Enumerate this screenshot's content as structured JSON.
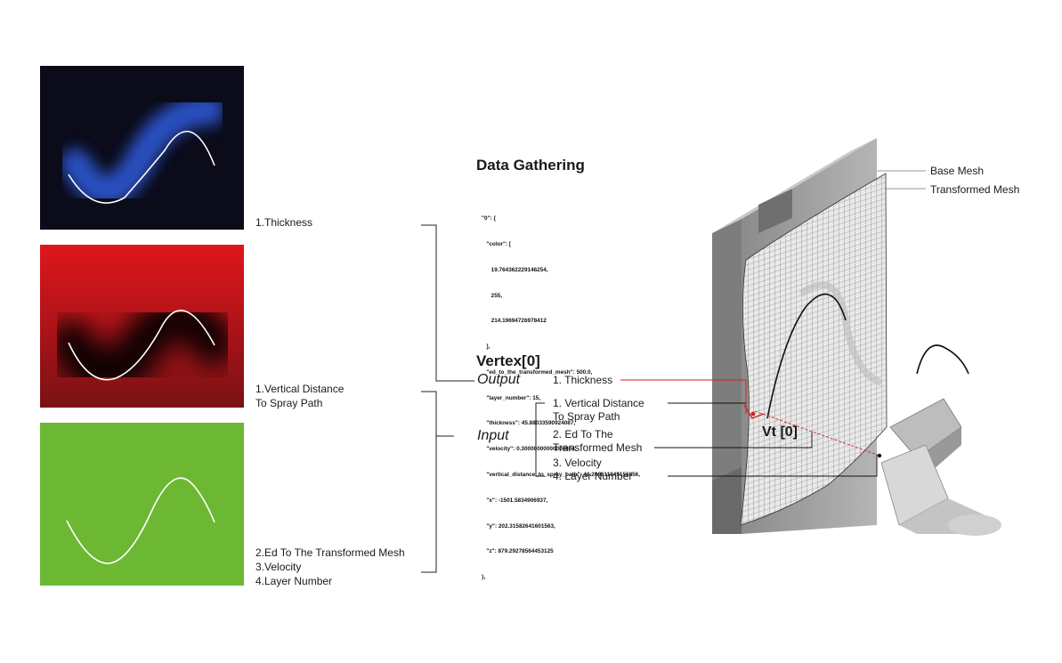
{
  "panels": [
    {
      "label_lines": [
        "1.Thickness"
      ],
      "color": "#0b0b1a",
      "accent": "#2b53c8"
    },
    {
      "label_lines": [
        "1.Vertical Distance",
        "To Spray Path"
      ],
      "color": "#d8141a",
      "accent": "#000000"
    },
    {
      "label_lines": [
        "2.Ed To The Transformed Mesh",
        "3.Velocity",
        "4.Layer Number"
      ],
      "color": "#6db833",
      "accent": "#ffffff"
    }
  ],
  "data_gathering": {
    "title": "Data Gathering",
    "json_lines": [
      "\"0\": {",
      "   \"color\": [",
      "      19.764362229146254,",
      "      255,",
      "      214.19694726978412",
      "   ],",
      "   \"ed_to_the_transformed_mesh\": 500.0,",
      "   \"layer_number\": 15,",
      "   \"thickness\": 45.88033590924087,",
      "   \"velocity\": 0.30000000000000004,",
      "   \"vertical_distance_to_spray_path\": 46.206611845156856,",
      "   \"x\": -1501.5834906937,",
      "   \"y\": 202.31582641601563,",
      "   \"z\": 879.29278564453125",
      "},"
    ]
  },
  "vertex": {
    "title": "Vertex[0]",
    "output_label": "Output",
    "input_label": "Input",
    "output_items": [
      "1. Thickness"
    ],
    "input_items": [
      [
        "1. Vertical Distance",
        "To Spray Path"
      ],
      [
        "2. Ed To The",
        "Transformed Mesh"
      ],
      [
        "3. Velocity"
      ],
      [
        "4. Layer Number"
      ]
    ],
    "vt_label": "Vt [0]"
  },
  "mesh_labels": {
    "base": "Base Mesh",
    "transformed": "Transformed Mesh"
  },
  "colors": {
    "leader_red": "#d61e1e",
    "wall": "#9a9a9a"
  }
}
